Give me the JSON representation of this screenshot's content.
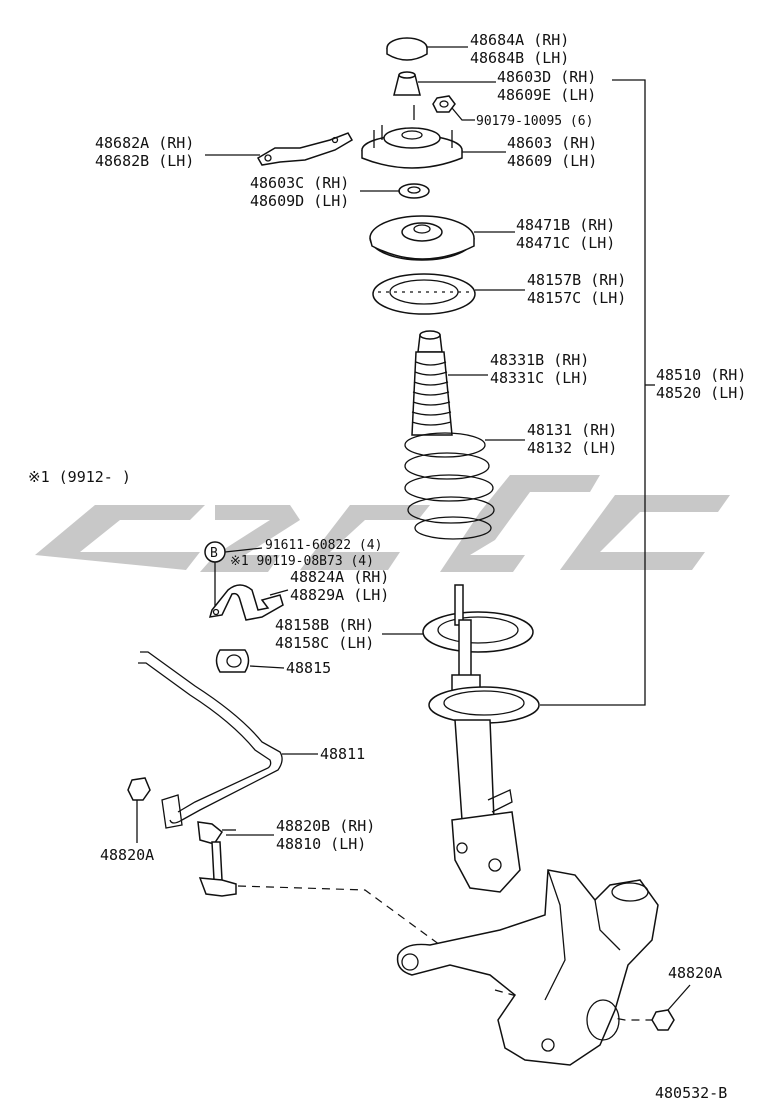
{
  "labels": {
    "p48684": [
      "48684A (RH)",
      "48684B (LH)"
    ],
    "p48603d": [
      "48603D (RH)",
      "48609E (LH)"
    ],
    "p90179": "90179-10095 (6)",
    "p48682": [
      "48682A (RH)",
      "48682B (LH)"
    ],
    "p48603": [
      "48603 (RH)",
      "48609 (LH)"
    ],
    "p48603c": [
      "48603C (RH)",
      "48609D (LH)"
    ],
    "p48471": [
      "48471B (RH)",
      "48471C (LH)"
    ],
    "p48157": [
      "48157B (RH)",
      "48157C (LH)"
    ],
    "p48331": [
      "48331B (RH)",
      "48331C (LH)"
    ],
    "p48510": [
      "48510 (RH)",
      "48520 (LH)"
    ],
    "p48131": [
      "48131 (RH)",
      "48132 (LH)"
    ],
    "note": "※1 (9912-      )",
    "p91611": "91611-60822 (4)",
    "p90119": "※1 90119-08B73 (4)",
    "circleB": "B",
    "p48824": [
      "48824A (RH)",
      "48829A (LH)"
    ],
    "p48158": [
      "48158B (RH)",
      "48158C (LH)"
    ],
    "p48815": "48815",
    "p48811": "48811",
    "p48820b": [
      "48820B (RH)",
      "48810  (LH)"
    ],
    "p48820a_left": "48820A",
    "p48820a_right": "48820A",
    "figure_id": "480532-B"
  },
  "watermark": {
    "color": "#c8c8c8"
  }
}
